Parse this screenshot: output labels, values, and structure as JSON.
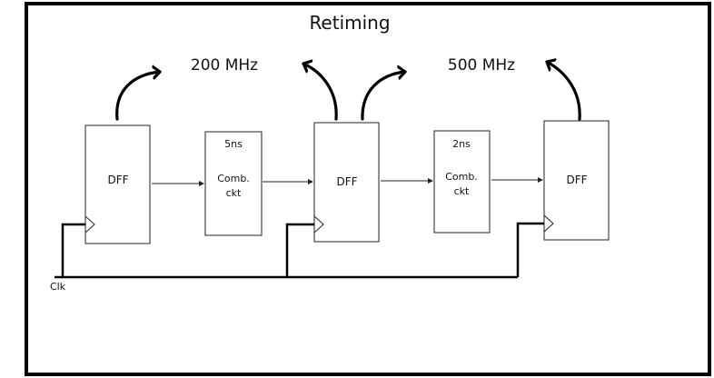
{
  "title": "Retiming",
  "frequencies": [
    "200 MHz",
    "500 MHz"
  ],
  "flip_flops": [
    {
      "label": "DFF"
    },
    {
      "label": "DFF"
    },
    {
      "label": "DFF"
    }
  ],
  "comb_blocks": [
    {
      "delay": "5ns",
      "line1": "Comb.",
      "line2": "ckt"
    },
    {
      "delay": "2ns",
      "line1": "Comb.",
      "line2": "ckt"
    }
  ],
  "clock_label": "Clk",
  "colors": {
    "line": "#000000",
    "background": "#ffffff"
  }
}
